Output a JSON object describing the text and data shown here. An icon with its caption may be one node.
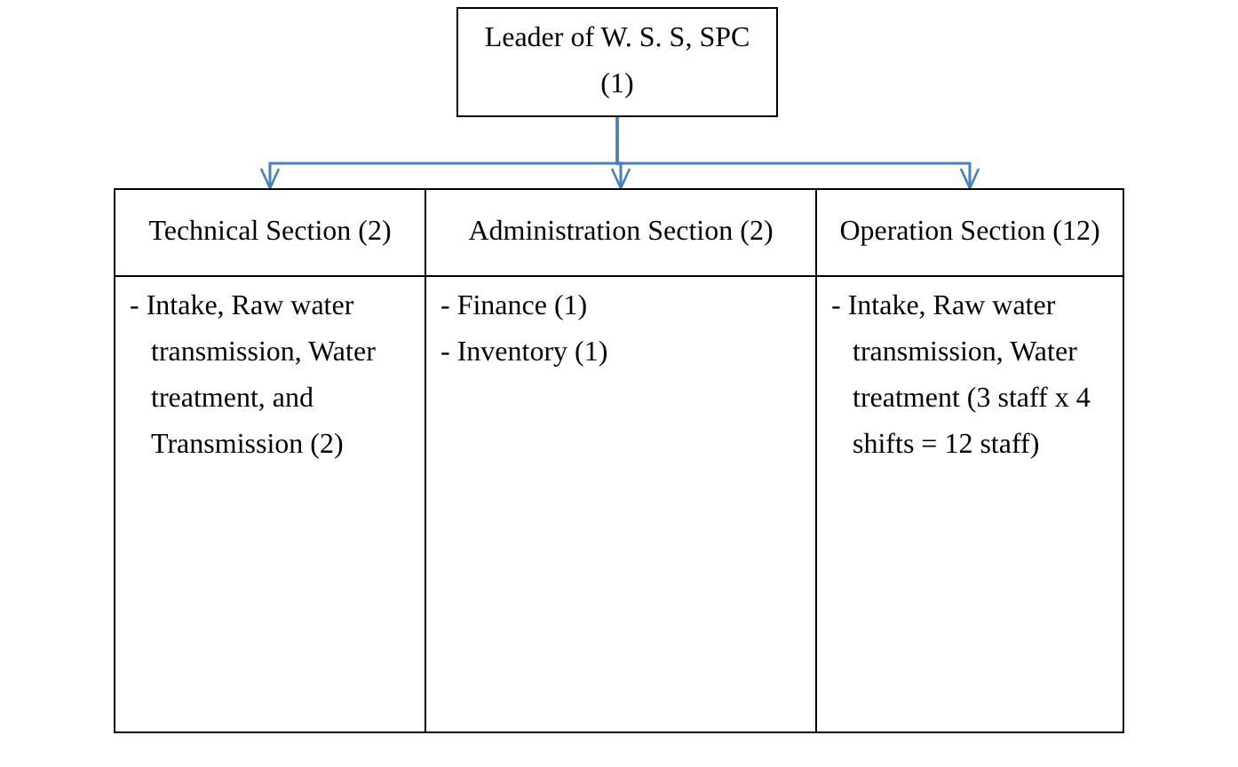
{
  "diagram": {
    "nodes": [
      {
        "text": [
          "Leader of W. S. S, SPC (1)"
        ]
      },
      {
        "text": [
          "Technical Section (2)"
        ]
      },
      {
        "text": [
          "Administration Section (2)"
        ]
      },
      {
        "text": [
          "Operation Section (12)"
        ]
      },
      {
        "text": [
          "- Intake, Raw water transmission, Water treatment, and Transmission (2)"
        ]
      },
      {
        "text": [
          "- Finance (1)",
          "- Inventory (1)"
        ]
      },
      {
        "text": [
          "- Intake, Raw water transmission, Water treatment (3 staff x 4 shifts = 12 staff)"
        ]
      }
    ],
    "edges": [
      {
        "from": 0,
        "to": 1,
        "arrow": "to"
      },
      {
        "from": 0,
        "to": 2,
        "arrow": "to"
      },
      {
        "from": 0,
        "to": 3,
        "arrow": "to"
      }
    ]
  }
}
